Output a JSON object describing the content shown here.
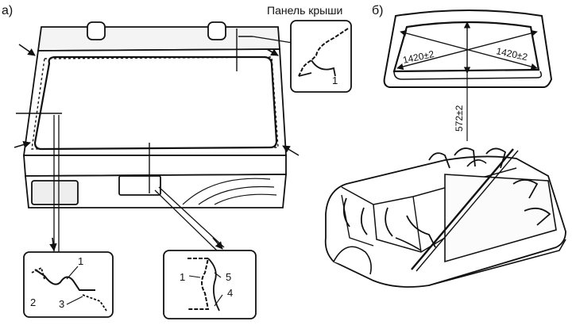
{
  "figure": {
    "label_a": "а)",
    "label_b": "б)",
    "roof_panel_caption": "Панель крыши",
    "dimension_diagonal_left": "1420±2",
    "dimension_diagonal_right": "1420±2",
    "dimension_vertical": "572±2"
  },
  "callouts": {
    "roof_detail": [
      "1"
    ],
    "left_detail": [
      "1",
      "2",
      "3"
    ],
    "right_detail": [
      "1",
      "5",
      "4"
    ]
  },
  "colors": {
    "ink": "#111111",
    "fill": "#ffffff",
    "shade": "#d9d9d9"
  }
}
